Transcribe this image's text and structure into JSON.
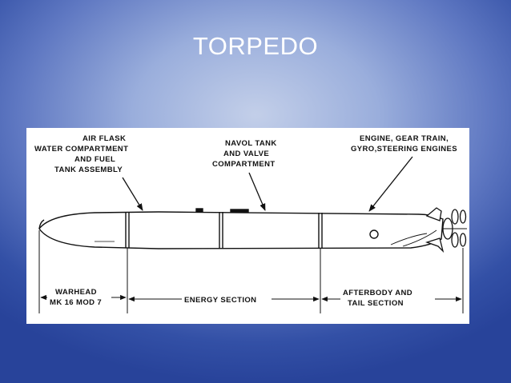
{
  "slide": {
    "title": "TORPEDO"
  },
  "diagram": {
    "top_labels": {
      "air_flask": [
        "AIR FLASK",
        "WATER COMPARTMENT",
        "AND FUEL",
        "TANK ASSEMBLY"
      ],
      "navol_tank": [
        "NAVOL TANK",
        "AND VALVE",
        "COMPARTMENT"
      ],
      "engine": [
        "ENGINE, GEAR TRAIN,",
        "GYRO,STEERING ENGINES"
      ]
    },
    "bottom_labels": {
      "warhead": [
        "WARHEAD",
        "MK 16 MOD 7"
      ],
      "energy_section": "ENERGY SECTION",
      "afterbody": [
        "AFTERBODY AND",
        "TAIL SECTION"
      ]
    }
  }
}
